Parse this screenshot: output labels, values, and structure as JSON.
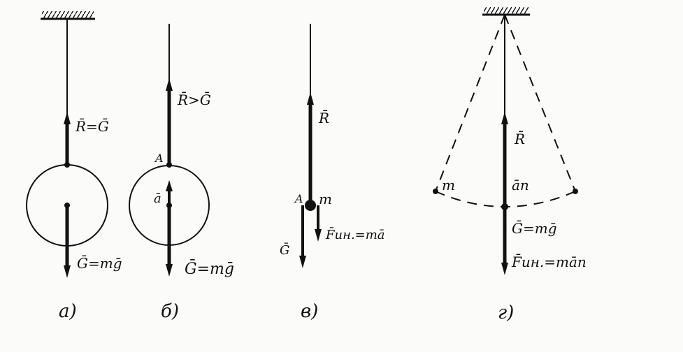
{
  "ink": "#111111",
  "panels": {
    "a": {
      "caption": "а)",
      "force_up": "R̄=Ḡ",
      "force_down": "Ḡ=mḡ"
    },
    "b": {
      "caption": "б)",
      "force_up": "R̄>Ḡ",
      "point": "A",
      "accel": "ā",
      "force_down": "Ḡ=mḡ"
    },
    "v": {
      "caption": "в)",
      "force_up": "R̄",
      "point": "A",
      "mass": "m",
      "gravity": "Ḡ",
      "inertia": "F̄ин.=mā"
    },
    "g": {
      "caption": "г)",
      "mass": "m",
      "force_up": "R̄",
      "accel": "ān",
      "force_down": "Ḡ=mḡ",
      "inertia": "F̄ин.=mān"
    }
  }
}
